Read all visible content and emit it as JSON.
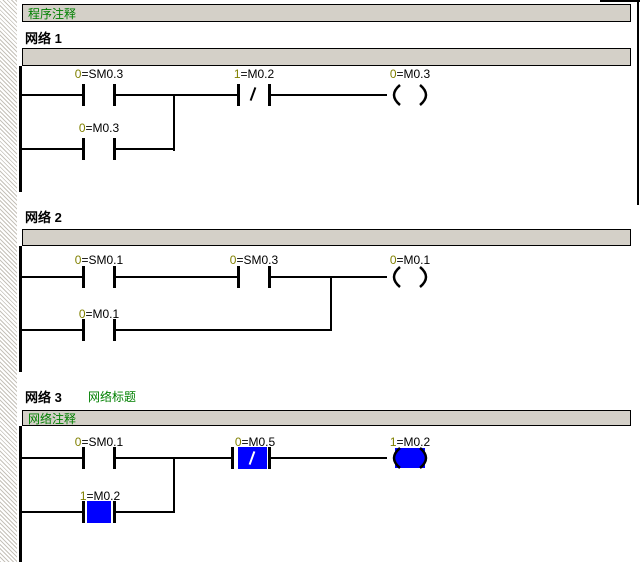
{
  "colors": {
    "energized": "#0000ff",
    "status_prefix": "#808000",
    "comment_green": "#008000",
    "bar_fill": "#d4d0c8"
  },
  "program_comment": "程序注释",
  "networks": [
    {
      "name": "网络 1",
      "title": "",
      "comment": "",
      "contact1": {
        "value": "0",
        "rest": "=SM0.3"
      },
      "contact2": {
        "value": "1",
        "rest": "=M0.2"
      },
      "coil": {
        "value": "0",
        "rest": "=M0.3"
      },
      "branch": {
        "value": "0",
        "rest": "=M0.3"
      }
    },
    {
      "name": "网络 2",
      "title": "",
      "comment": "",
      "contact1": {
        "value": "0",
        "rest": "=SM0.1"
      },
      "contact2": {
        "value": "0",
        "rest": "=SM0.3"
      },
      "coil": {
        "value": "0",
        "rest": "=M0.1"
      },
      "branch": {
        "value": "0",
        "rest": "=M0.1"
      }
    },
    {
      "name": "网络 3",
      "title": "网络标题",
      "comment": "网络注释",
      "contact1": {
        "value": "0",
        "rest": "=SM0.1"
      },
      "contact2": {
        "value": "0",
        "rest": "=M0.5"
      },
      "coil": {
        "value": "1",
        "rest": "=M0.2"
      },
      "branch": {
        "value": "1",
        "rest": "=M0.2"
      }
    }
  ]
}
